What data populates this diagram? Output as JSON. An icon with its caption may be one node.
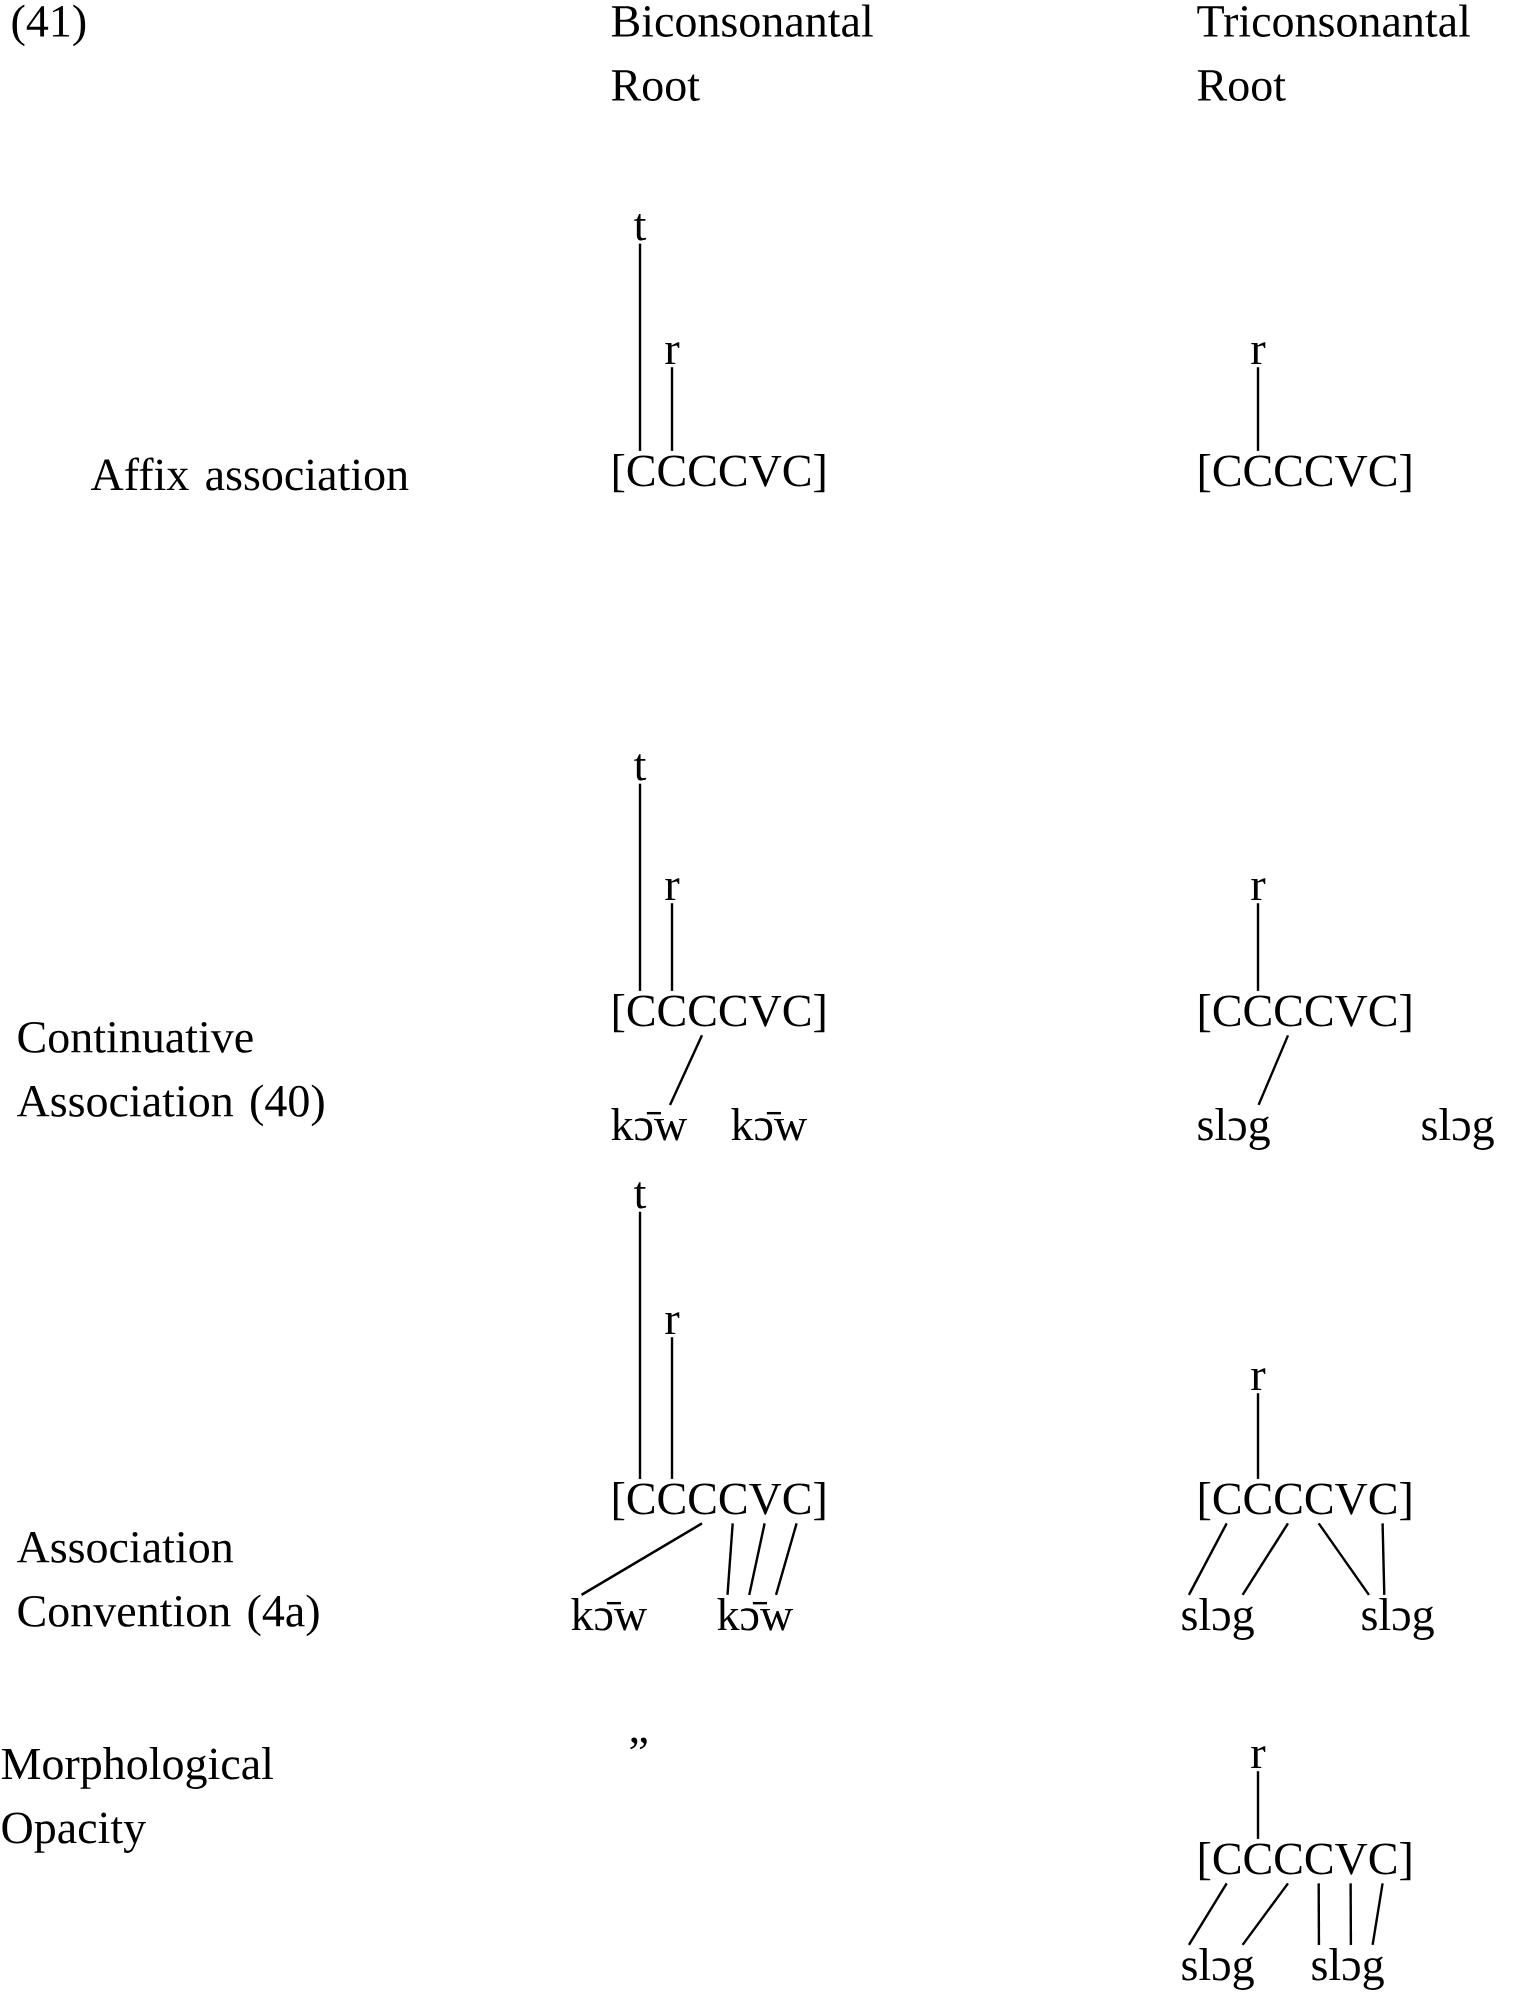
{
  "diagram": {
    "nodes": [
      {
        "text": [
          "t"
        ]
      },
      {
        "text": [
          "r"
        ]
      },
      {
        "text": [
          "[CCCCVC]"
        ]
      },
      {
        "text": [
          "r"
        ]
      },
      {
        "text": [
          "[CCCCVC]"
        ]
      },
      {
        "text": [
          "t"
        ]
      },
      {
        "text": [
          "r"
        ]
      },
      {
        "text": [
          "[CCCCVC]"
        ]
      },
      {
        "text": [
          "kɔ̄w"
        ]
      },
      {
        "text": [
          "kɔ̄w"
        ]
      },
      {
        "text": [
          "r"
        ]
      },
      {
        "text": [
          "[CCCCVC]"
        ]
      },
      {
        "text": [
          "slɔg"
        ]
      },
      {
        "text": [
          "slɔg"
        ]
      },
      {
        "text": [
          "t"
        ]
      },
      {
        "text": [
          "r"
        ]
      },
      {
        "text": [
          "[CCCCVC]"
        ]
      },
      {
        "text": [
          "kɔ̄w"
        ]
      },
      {
        "text": [
          "kɔ̄w"
        ]
      },
      {
        "text": [
          "r"
        ]
      },
      {
        "text": [
          "[CCCCVC]"
        ]
      },
      {
        "text": [
          "slɔg"
        ]
      },
      {
        "text": [
          "slɔg"
        ]
      },
      {
        "text": [
          "r"
        ]
      },
      {
        "text": [
          "[CCCCVC]"
        ]
      },
      {
        "text": [
          "slɔg"
        ]
      },
      {
        "text": [
          "slɔg"
        ]
      }
    ],
    "edges": [
      {
        "from": 0,
        "to": 2,
        "arrow": "none"
      },
      {
        "from": 1,
        "to": 2,
        "arrow": "none"
      },
      {
        "from": 3,
        "to": 4,
        "arrow": "none"
      },
      {
        "from": 5,
        "to": 7,
        "arrow": "none"
      },
      {
        "from": 6,
        "to": 7,
        "arrow": "none"
      },
      {
        "from": 8,
        "to": 7,
        "arrow": "none"
      },
      {
        "from": 10,
        "to": 11,
        "arrow": "none"
      },
      {
        "from": 12,
        "to": 11,
        "arrow": "none"
      },
      {
        "from": 14,
        "to": 16,
        "arrow": "none"
      },
      {
        "from": 15,
        "to": 16,
        "arrow": "none"
      },
      {
        "from": 17,
        "to": 16,
        "arrow": "none"
      },
      {
        "from": 18,
        "to": 16,
        "arrow": "none"
      },
      {
        "from": 18,
        "to": 16,
        "arrow": "none"
      },
      {
        "from": 18,
        "to": 16,
        "arrow": "none"
      },
      {
        "from": 19,
        "to": 20,
        "arrow": "none"
      },
      {
        "from": 21,
        "to": 20,
        "arrow": "none"
      },
      {
        "from": 21,
        "to": 20,
        "arrow": "none"
      },
      {
        "from": 22,
        "to": 20,
        "arrow": "none"
      },
      {
        "from": 22,
        "to": 20,
        "arrow": "none"
      },
      {
        "from": 23,
        "to": 24,
        "arrow": "none"
      },
      {
        "from": 25,
        "to": 24,
        "arrow": "none"
      },
      {
        "from": 25,
        "to": 24,
        "arrow": "none"
      },
      {
        "from": 26,
        "to": 24,
        "arrow": "none"
      },
      {
        "from": 26,
        "to": 24,
        "arrow": "none"
      },
      {
        "from": 26,
        "to": 24,
        "arrow": "none"
      }
    ],
    "labels": [
      "(41)",
      "Biconsonantal Root",
      "Triconsonantal Root",
      "Affix association",
      "Continuative Association (40)",
      "Association Convention (4a)",
      "Morphological Opacity",
      "”"
    ]
  }
}
